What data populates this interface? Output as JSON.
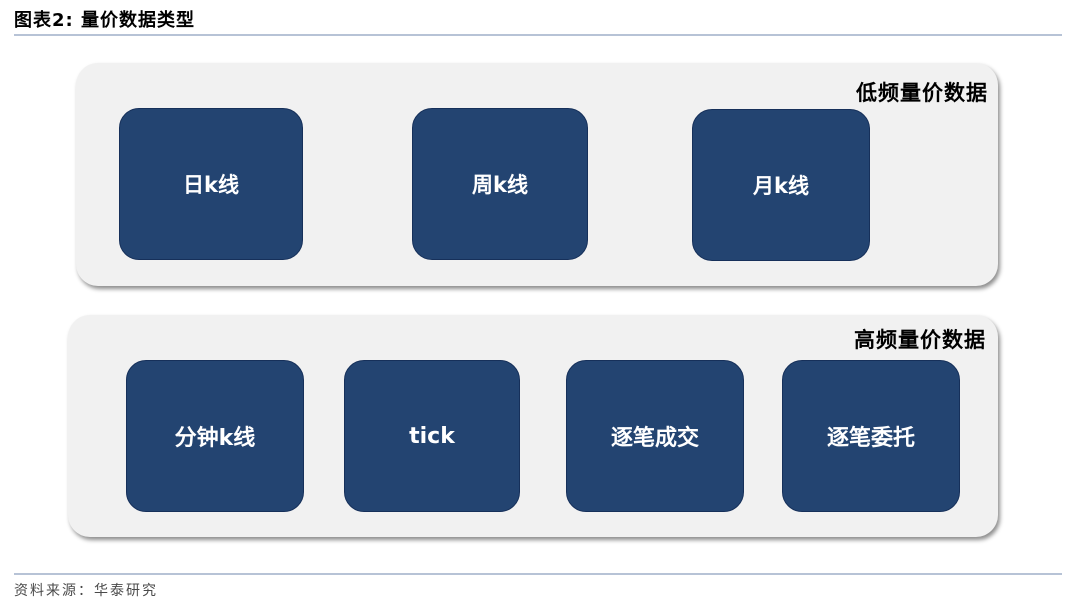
{
  "figure": {
    "title": "图表2:  量价数据类型"
  },
  "low_freq": {
    "label": "低频量价数据",
    "items": [
      "日k线",
      "周k线",
      "月k线"
    ]
  },
  "high_freq": {
    "label": "高频量价数据",
    "items": [
      "分钟k线",
      "tick",
      "逐笔成交",
      "逐笔委托"
    ]
  },
  "source": "资料来源：华泰研究",
  "colors": {
    "box_fill": "#234471",
    "panel_fill": "#f1f1f1",
    "rule": "#b7c3d6"
  }
}
